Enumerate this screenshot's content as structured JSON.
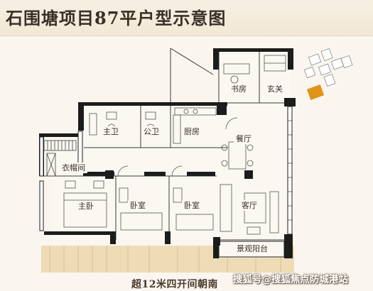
{
  "header": {
    "title": "石围塘项目87平户型示意图"
  },
  "rooms": {
    "study": "书房",
    "foyer": "玄关",
    "master_bath": "主卫",
    "public_bath": "公卫",
    "kitchen": "厨房",
    "dining": "餐厅",
    "wardrobe": "衣帽间",
    "master_bedroom": "主卧",
    "bedroom_1": "卧室",
    "bedroom_2": "卧室",
    "living": "客厅",
    "balcony": "景观阳台"
  },
  "orientation_note": "超12米四开间朝南",
  "watermark": "搜狐号@搜狐焦点防城港站",
  "colors": {
    "wall": "#1c1c1c",
    "highlight_unit": "#e0941a",
    "glass_gold": "#e9d3a4"
  }
}
